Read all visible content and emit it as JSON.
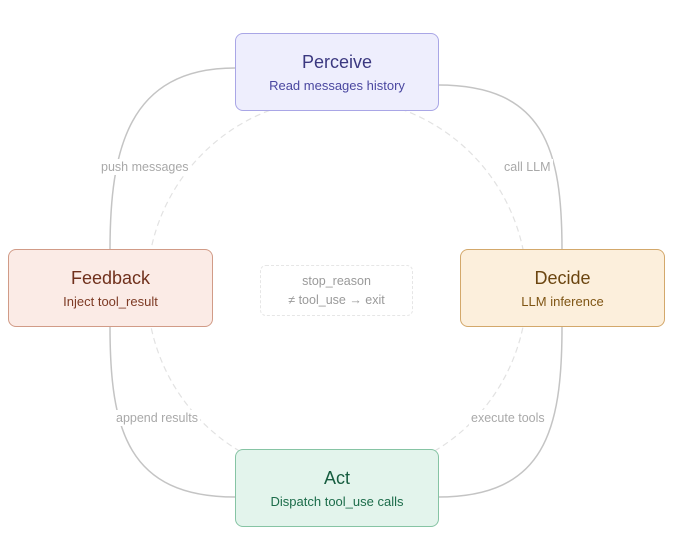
{
  "nodes": {
    "perceive": {
      "title": "Perceive",
      "subtitle": "Read messages history",
      "fill": "#eeeefd",
      "border": "#a9a6e6",
      "title_color": "#3b3880",
      "subtitle_color": "#4a47a0"
    },
    "decide": {
      "title": "Decide",
      "subtitle": "LLM inference",
      "fill": "#fcefdc",
      "border": "#d3a86b",
      "title_color": "#6b4510",
      "subtitle_color": "#7f5514"
    },
    "act": {
      "title": "Act",
      "subtitle": "Dispatch tool_use calls",
      "fill": "#e3f4ec",
      "border": "#86c4a4",
      "title_color": "#175d40",
      "subtitle_color": "#1c6c4a"
    },
    "feedback": {
      "title": "Feedback",
      "subtitle": "Inject tool_result",
      "fill": "#fbebe6",
      "border": "#d19b87",
      "title_color": "#70301c",
      "subtitle_color": "#7d3a24"
    }
  },
  "edges": {
    "perceive_to_decide": "call LLM",
    "decide_to_act": "execute tools",
    "act_to_feedback": "append results",
    "feedback_to_perceive": "push messages"
  },
  "center": {
    "line1": "stop_reason",
    "line2": "≠ tool_use → exit"
  },
  "colors": {
    "loop_line": "#c4c4c4",
    "inner_dashed_circle": "#e2e2e2",
    "edge_label": "#a9a9a9"
  }
}
